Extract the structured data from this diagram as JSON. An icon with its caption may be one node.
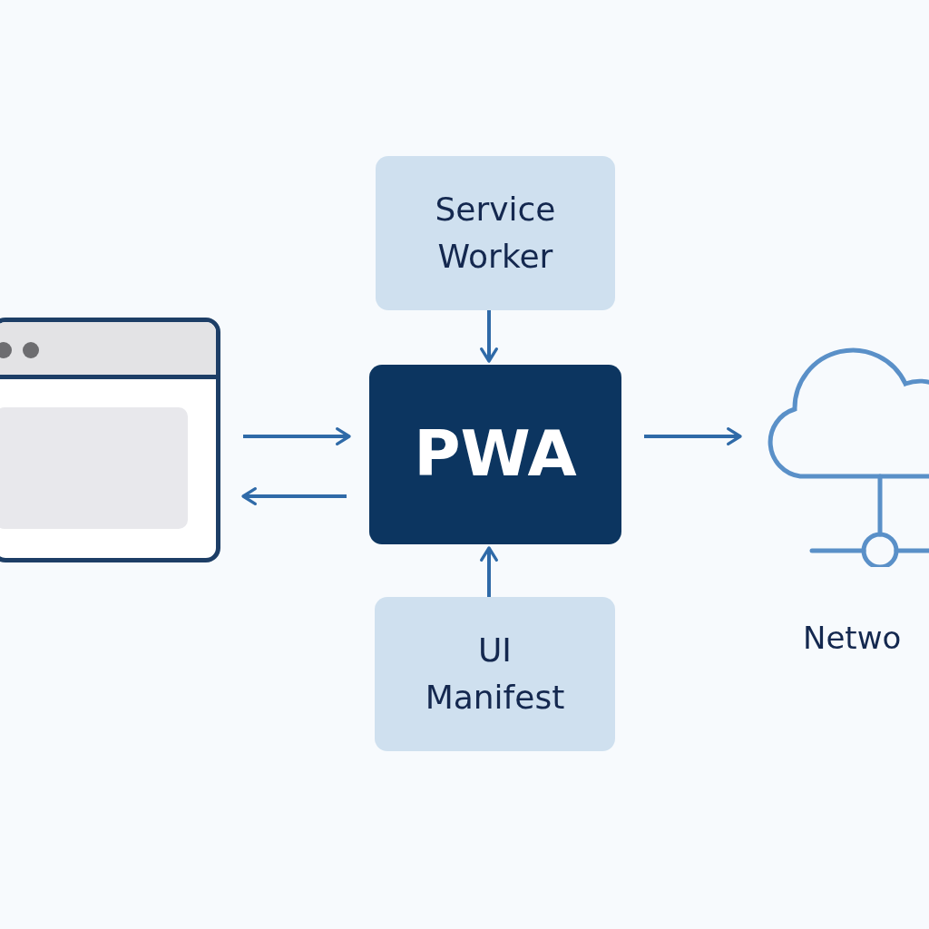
{
  "diagram": {
    "nodes": [
      {
        "text": [],
        "shape": "window"
      },
      {
        "text": [
          "Service Worker"
        ]
      },
      {
        "text": [
          "PWA"
        ]
      },
      {
        "text": [
          "UI Manifest"
        ]
      },
      {
        "text": [
          "Netwo"
        ]
      }
    ],
    "edges": [
      {
        "from": 0,
        "to": 2,
        "arrow": "to"
      },
      {
        "from": 2,
        "to": 0,
        "arrow": "to"
      },
      {
        "from": 1,
        "to": 2,
        "arrow": "to"
      },
      {
        "from": 3,
        "to": 2,
        "arrow": "to"
      },
      {
        "from": 2,
        "to": 4,
        "arrow": "to"
      }
    ]
  }
}
